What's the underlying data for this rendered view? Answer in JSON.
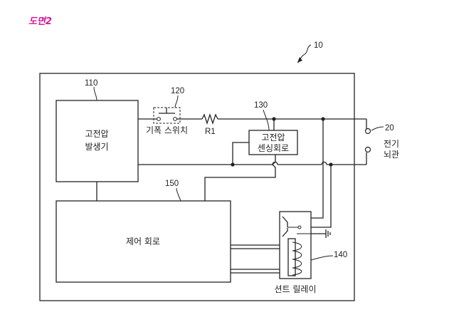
{
  "figure_title": "도면2",
  "labels": {
    "system": "10",
    "box_110": "110",
    "generator_line1": "고전압",
    "generator_line2": "발생기",
    "ref_120": "120",
    "switch": "기폭 스위치",
    "resistor": "R1",
    "ref_130": "130",
    "sensing_line1": "고전압",
    "sensing_line2": "센싱회로",
    "ref_150": "150",
    "control": "제어 회로",
    "ref_140": "140",
    "relay": "션트 릴레이",
    "ref_20": "20",
    "detonator_line1": "전기",
    "detonator_line2": "뇌관"
  }
}
